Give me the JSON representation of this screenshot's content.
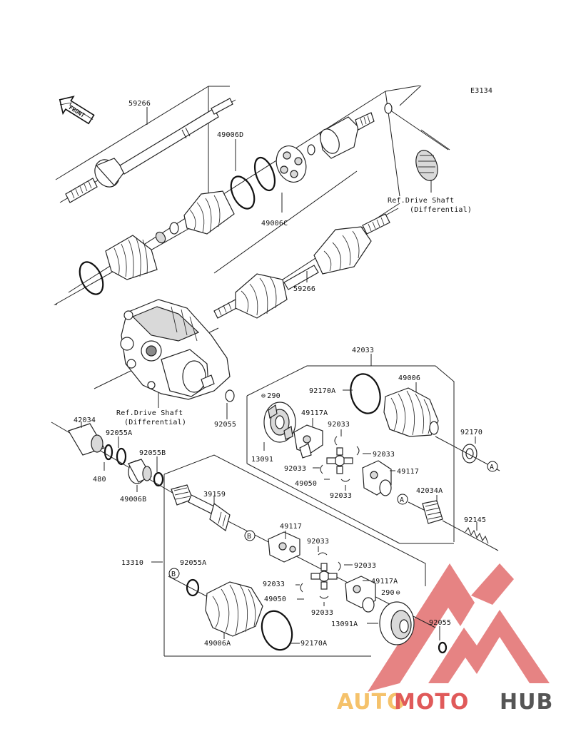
{
  "diagram_code": "E3134",
  "front_label": "FRONT",
  "labels": {
    "l59266a": "59266",
    "l49006D": "49006D",
    "l49006C": "49006C",
    "ref1_line1": "Ref.Drive Shaft",
    "ref1_line2": "(Differential)",
    "l59266b": "59266",
    "l42033": "42033",
    "l290a": "290",
    "l92170A_a": "92170A",
    "l49006": "49006",
    "l49117A_a": "49117A",
    "l92033_1": "92033",
    "l92170": "92170",
    "l13091": "13091",
    "l92033_2": "92033",
    "l92033_3": "92033",
    "l49117_a": "49117",
    "l49050_a": "49050",
    "l92033_4": "92033",
    "l42034A": "42034A",
    "ref2_line1": "Ref.Drive Shaft",
    "ref2_line2": "(Differential)",
    "l92055_a": "92055",
    "l42034": "42034",
    "l92055A_a": "92055A",
    "l92055B": "92055B",
    "l480": "480",
    "l49006B": "49006B",
    "l39159": "39159",
    "l92145": "92145",
    "l49117_b": "49117",
    "l92033_5": "92033",
    "l13310": "13310",
    "l92055A_b": "92055A",
    "l92033_6": "92033",
    "l92033_7": "92033",
    "l49117A_b": "49117A",
    "l49050_b": "49050",
    "l290b": "290",
    "l92033_8": "92033",
    "l13091A": "13091A",
    "l92055_b": "92055",
    "l49006A": "49006A",
    "l92170A_b": "92170A"
  },
  "callouts": {
    "A": "A",
    "B": "B"
  },
  "watermark": {
    "part1": "AUTO",
    "part2": "MOTO",
    "part3": "HUB"
  },
  "colors": {
    "watermark_light": "#f5c26b",
    "watermark_red": "#e05a5a",
    "watermark_dark": "#555555"
  }
}
